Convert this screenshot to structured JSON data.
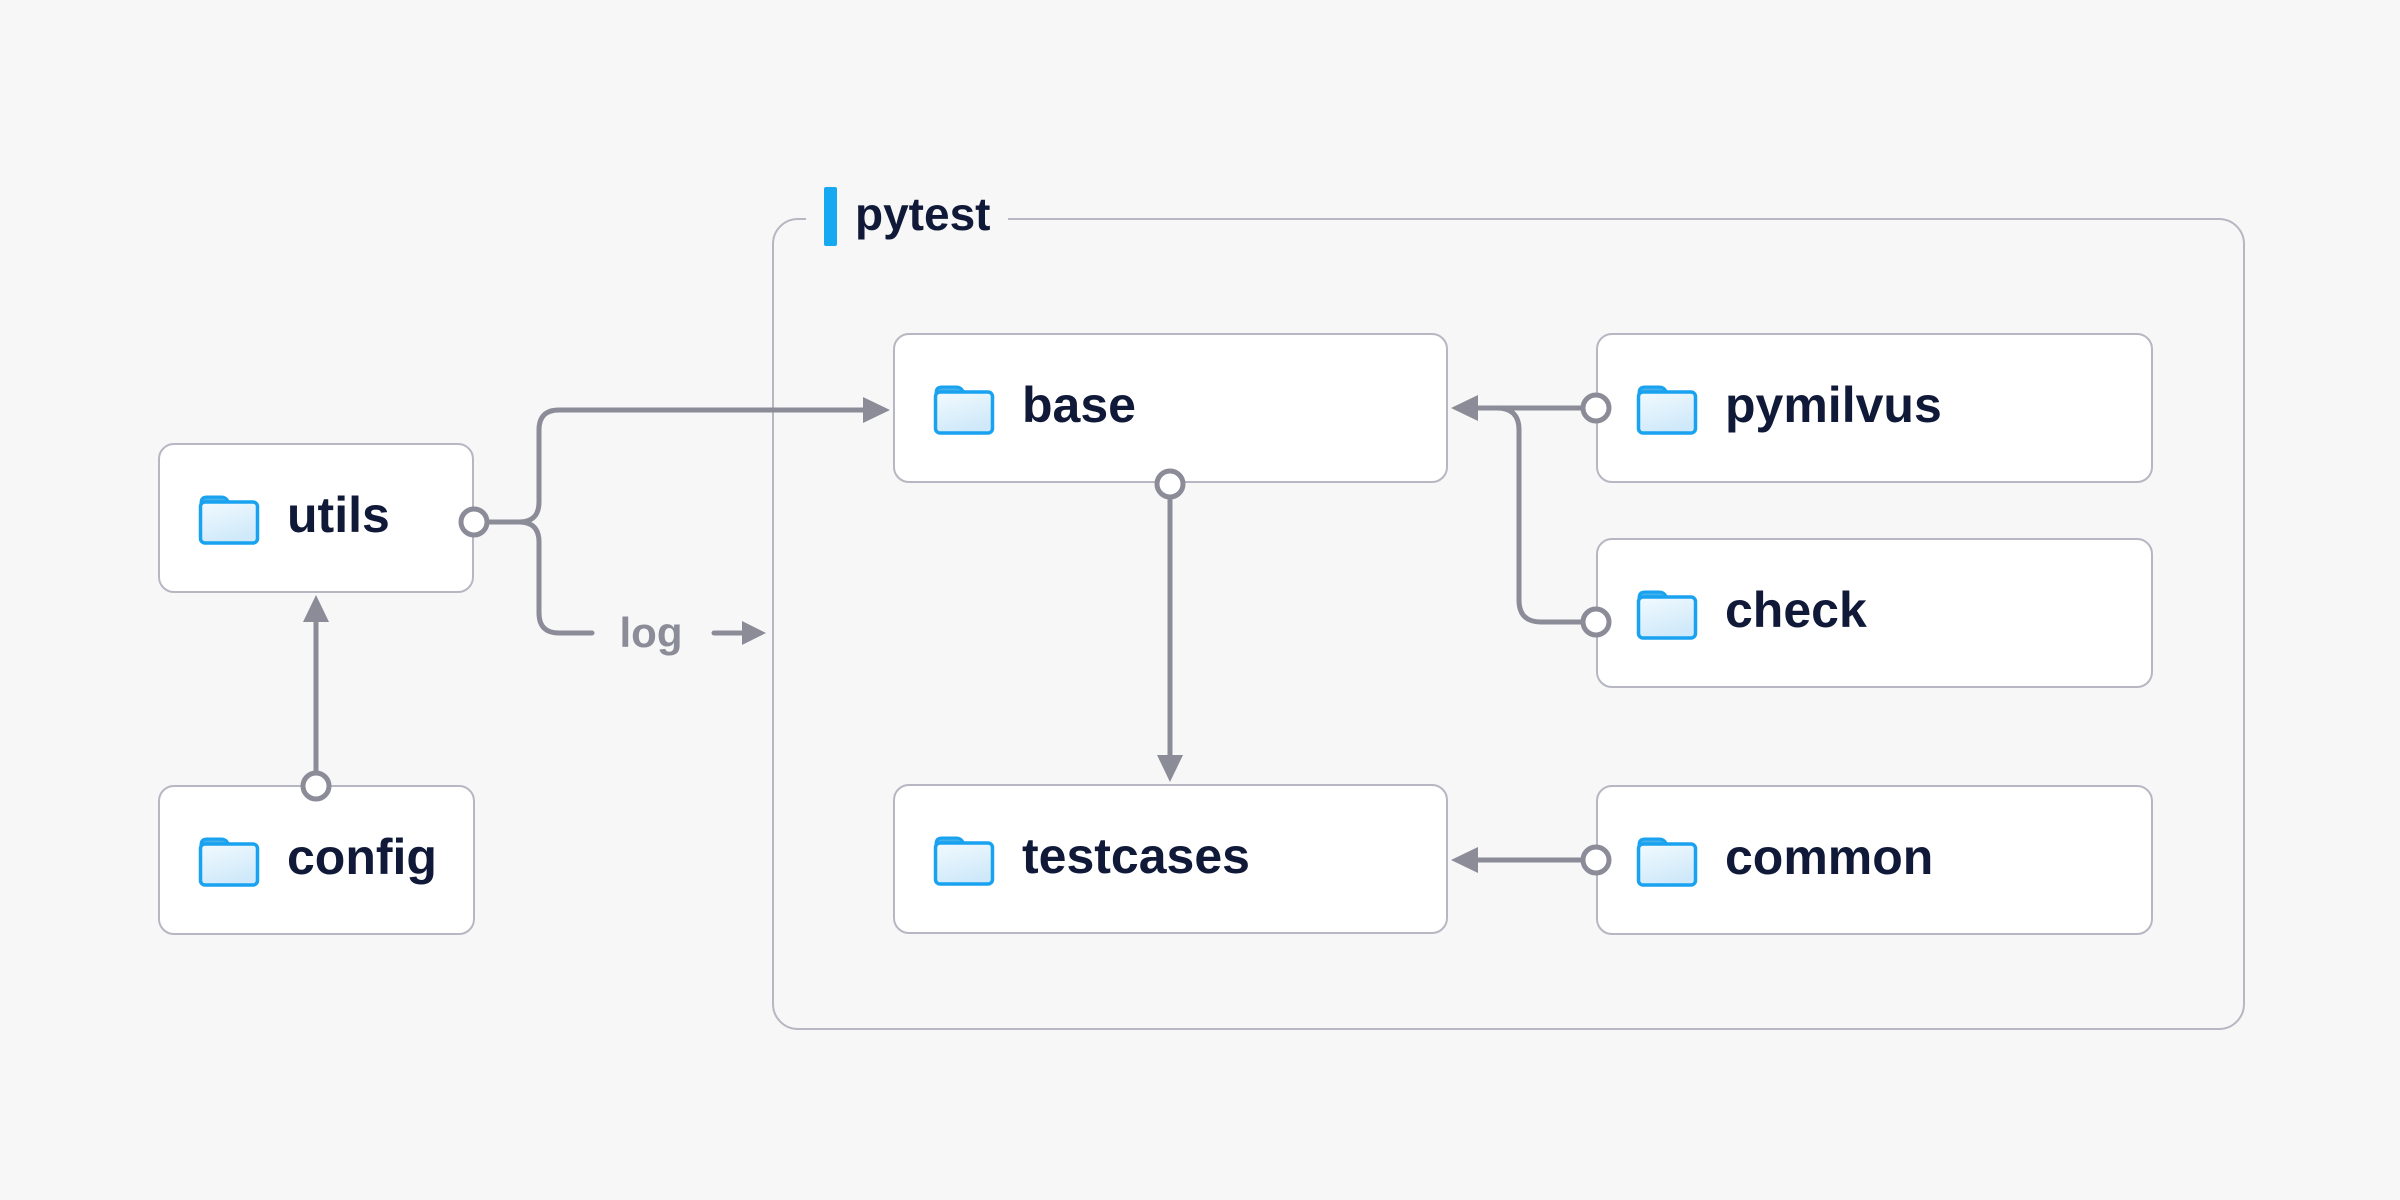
{
  "diagram": {
    "title_group": "pytest",
    "accent_color": "#16a8f0",
    "line_color": "#8b8c98",
    "box_border_color": "#b6b7c2",
    "label_color": "#101a38",
    "background_color": "#f7f7f8",
    "folder_icon_color": "#18a2f0"
  },
  "nodes": [
    {
      "id": "utils",
      "label": "utils",
      "inside_group": false
    },
    {
      "id": "config",
      "label": "config",
      "inside_group": false
    },
    {
      "id": "base",
      "label": "base",
      "inside_group": true
    },
    {
      "id": "pymilvus",
      "label": "pymilvus",
      "inside_group": true
    },
    {
      "id": "check",
      "label": "check",
      "inside_group": true
    },
    {
      "id": "testcases",
      "label": "testcases",
      "inside_group": true
    },
    {
      "id": "common",
      "label": "common",
      "inside_group": true
    }
  ],
  "edges": [
    {
      "from": "config",
      "to": "utils",
      "label": ""
    },
    {
      "from": "utils",
      "to": "base",
      "label": ""
    },
    {
      "from": "utils",
      "to": "pytest",
      "label": "log"
    },
    {
      "from": "pymilvus",
      "to": "base",
      "label": ""
    },
    {
      "from": "check",
      "to": "base",
      "label": ""
    },
    {
      "from": "base",
      "to": "testcases",
      "label": ""
    },
    {
      "from": "common",
      "to": "testcases",
      "label": ""
    }
  ],
  "log_label": "log",
  "group_label": "pytest"
}
